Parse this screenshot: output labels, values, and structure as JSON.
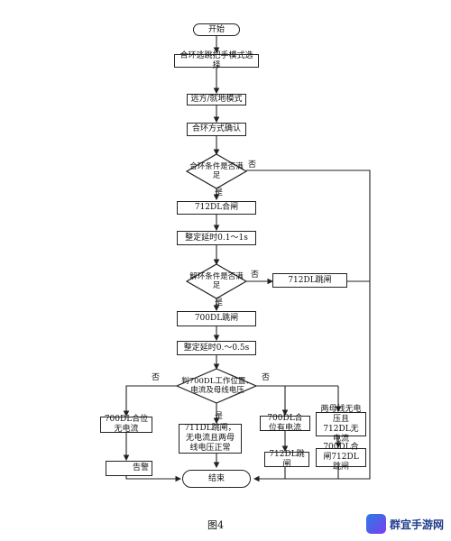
{
  "start": "开始",
  "step_select": "合环逃跳把手模式选择",
  "step_mode": "远方/就地模式",
  "step_confirm": "合环方式确认",
  "decision_close": {
    "text": "合环条件是否满足",
    "yes": "是",
    "no": "否"
  },
  "step_712_close": "712DL合闸",
  "step_delay1": "整定延时0.1～1s",
  "decision_open": {
    "text": "解环条件是否满足",
    "yes": "是",
    "no": "否"
  },
  "step_712_trip_right": "712DL跳闸",
  "step_700_trip": "700DL跳闸",
  "step_delay2": "整定延时0.～0.5s",
  "decision_700": {
    "text": "判700DL工作位置、电流及母线电压",
    "yes": "是",
    "no_left": "否",
    "no_right": "否"
  },
  "left_box": "700DL合位无电流",
  "left_alarm": "告警",
  "mid_box": "711DL跳闸，无电流且两母线电压正常",
  "right1_box": "700DL合位有电流",
  "right1_sub": "712DL跳闸",
  "right2_box": "两母线无电压且712DL无电流",
  "right2_sub": "700DL合闸712DL跳闸",
  "end": "结束",
  "caption": "图4",
  "watermark": "群宜手游网"
}
